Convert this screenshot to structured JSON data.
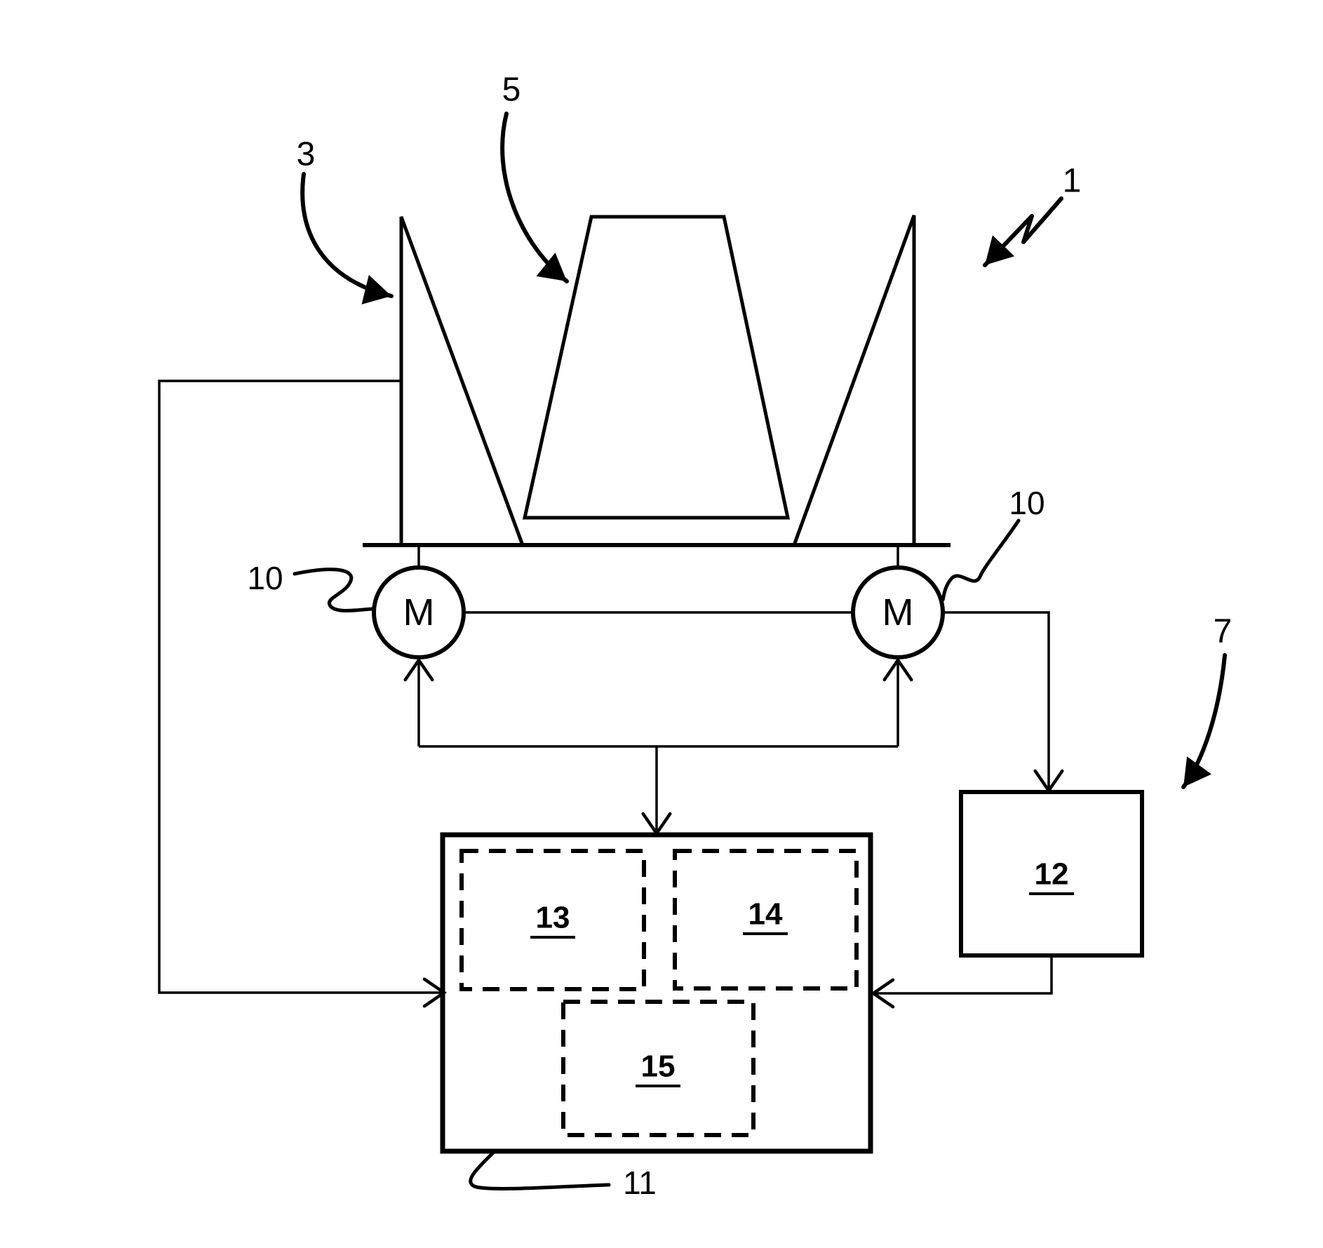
{
  "diagram": {
    "background": "#ffffff",
    "line_color": "#000000",
    "labels": {
      "assembly": "1",
      "left_sail": "3",
      "center_mast": "5",
      "unit_7": "7",
      "motor_left": "10",
      "motor_right": "10",
      "controller": "11",
      "block_12": "12",
      "block_13": "13",
      "block_14": "14",
      "block_15": "15"
    },
    "motors": {
      "left_symbol": "M",
      "right_symbol": "M"
    }
  }
}
